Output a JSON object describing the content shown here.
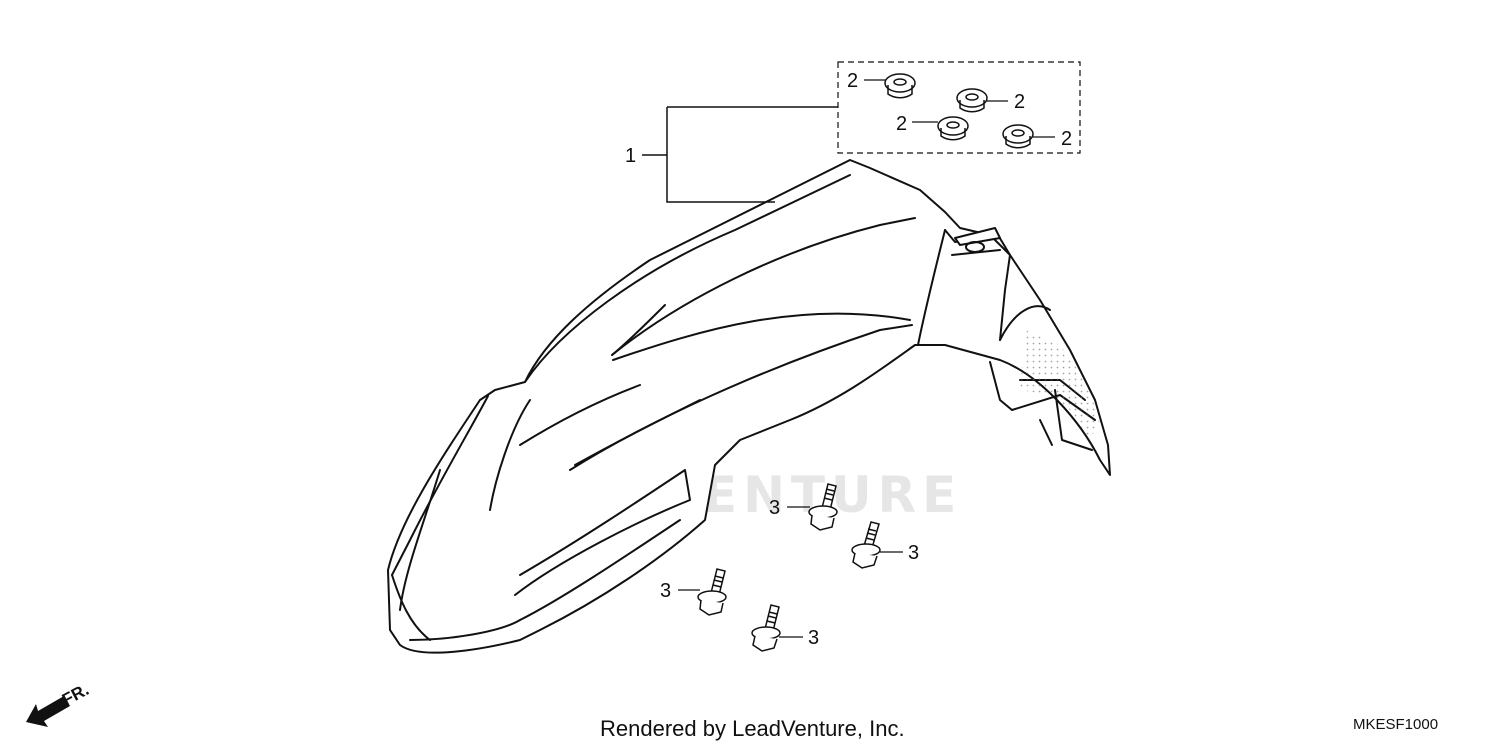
{
  "diagram": {
    "watermark_text": "LEADVENTURE",
    "callouts": {
      "c1": "1",
      "c2a": "2",
      "c2b": "2",
      "c2c": "2",
      "c2d": "2",
      "c3a": "3",
      "c3b": "3",
      "c3c": "3",
      "c3d": "3"
    },
    "direction_label": "FR.",
    "footer_credit": "Rendered by LeadVenture, Inc.",
    "diagram_code": "MKESF1000"
  }
}
